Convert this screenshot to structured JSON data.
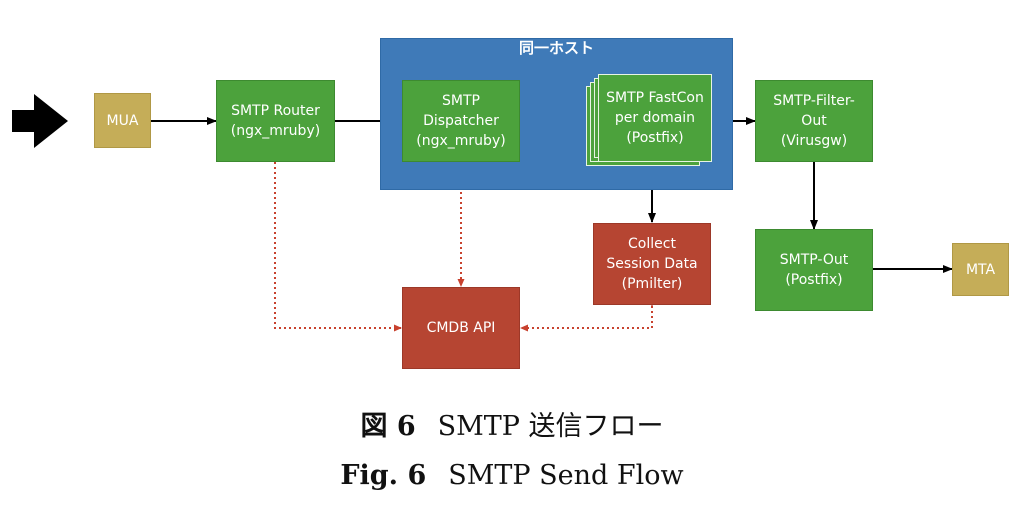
{
  "region": {
    "label": "同一ホスト"
  },
  "nodes": {
    "mua": {
      "label": "MUA"
    },
    "smtp_router": {
      "line1": "SMTP Router",
      "line2": "(ngx_mruby)"
    },
    "smtp_dispatcher": {
      "line1": "SMTP",
      "line2": "Dispatcher",
      "line3": "(ngx_mruby)"
    },
    "smtp_fastcon": {
      "line1": "SMTP FastCon",
      "line2": "per domain",
      "line3": "(Postfix)"
    },
    "smtp_filter_out": {
      "line1": "SMTP-Filter-",
      "line2": "Out",
      "line3": "(Virusgw)"
    },
    "smtp_out": {
      "line1": "SMTP-Out",
      "line2": "(Postfix)"
    },
    "mta": {
      "label": "MTA"
    },
    "collect_session": {
      "line1": "Collect",
      "line2": "Session Data",
      "line3": "(Pmilter)"
    },
    "cmdb_api": {
      "label": "CMDB API"
    }
  },
  "captions": {
    "jp": {
      "label": "図 6",
      "text": "SMTP 送信フロー"
    },
    "en": {
      "label": "Fig. 6",
      "text": "SMTP Send Flow"
    }
  },
  "colors": {
    "process_green": "#4ca23c",
    "endpoint_olive": "#c5ad58",
    "service_red": "#b64532",
    "host_blue": "#3f7ab8",
    "dotted_link": "#c8412e",
    "arrow": "#000000"
  }
}
